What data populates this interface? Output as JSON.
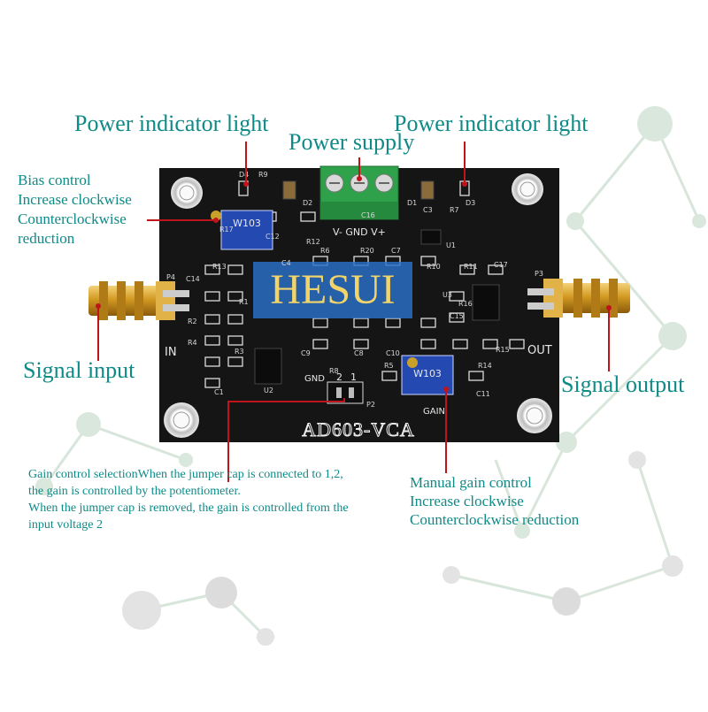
{
  "labels": {
    "power_indicator_left": "Power indicator light",
    "power_indicator_right": "Power indicator light",
    "power_supply": "Power supply",
    "bias_control": [
      "Bias control",
      "Increase clockwise",
      "Counterclockwise",
      "reduction"
    ],
    "signal_input": "Signal input",
    "signal_output": "Signal output",
    "gain_control_selection": [
      "Gain control selectionWhen the jumper cap is connected to 1,2,",
      "the gain is controlled by the potentiometer.",
      "When the jumper cap is removed, the gain is controlled from the",
      "input voltage 2"
    ],
    "manual_gain_control": [
      "Manual gain control",
      "Increase clockwise",
      "Counterclockwise reduction"
    ]
  },
  "board": {
    "watermark": "HESUI",
    "title": "AD603-VCA",
    "in_label": "IN",
    "out_label": "OUT",
    "terminal_labels": "V-  GND V+",
    "gain_label": "GAIN",
    "gnd_label": "GND",
    "jumper_pins": [
      "2",
      "1"
    ],
    "pot_left_marking": "W103",
    "pot_right_marking": "W103",
    "silk_refs": [
      "D4",
      "R9",
      "D2",
      "R6",
      "R20",
      "C7",
      "D1",
      "C3",
      "R7",
      "D3",
      "R17",
      "R12",
      "U1",
      "R13",
      "C4",
      "C14",
      "R1",
      "R2",
      "R4",
      "R10",
      "R11",
      "C17",
      "P4",
      "P3",
      "U3",
      "R16",
      "C15",
      "C10",
      "C8",
      "R3",
      "R15",
      "C1",
      "U2",
      "C9",
      "R8",
      "R5",
      "P2",
      "R14",
      "C11",
      "C16",
      "C12"
    ]
  },
  "colors": {
    "annotation": "#0f8a87",
    "pcb": "#151515",
    "pointer": "#c0141b",
    "terminal": "#2fa14a",
    "potentiometer": "#2449b0",
    "connector": "#d4a017",
    "watermark_box": "#2a72c9",
    "network_bg": "#cfe0d6"
  }
}
